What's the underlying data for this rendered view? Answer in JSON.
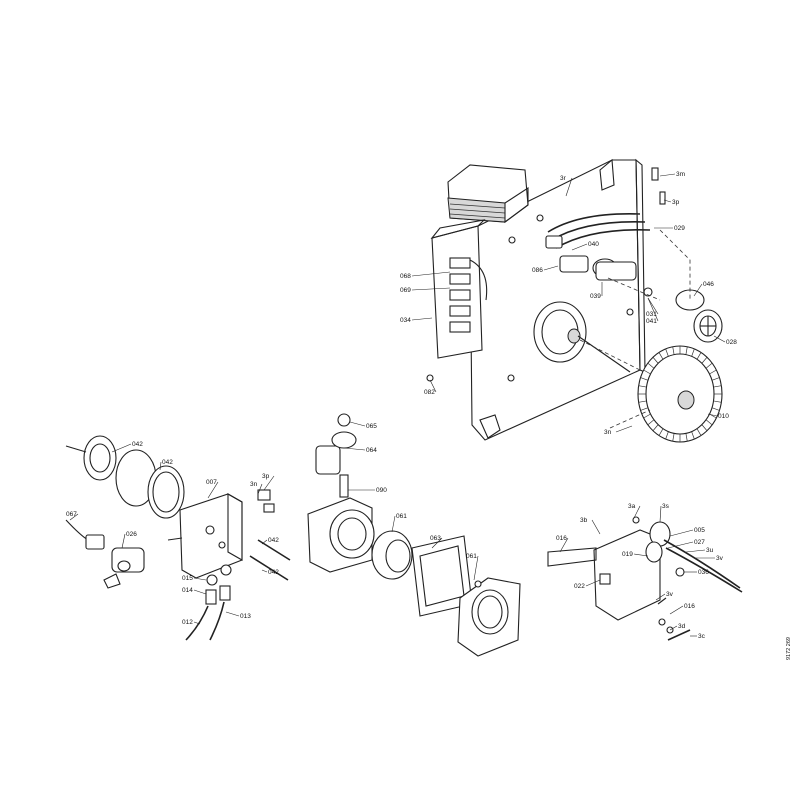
{
  "drawing_code": "9172 269",
  "labels": [
    {
      "id": "3m",
      "text": "3m"
    },
    {
      "id": "3p",
      "text": "3p"
    },
    {
      "id": "3r",
      "text": "3r"
    },
    {
      "id": "029",
      "text": "029"
    },
    {
      "id": "040",
      "text": "040"
    },
    {
      "id": "086",
      "text": "086"
    },
    {
      "id": "039",
      "text": "039"
    },
    {
      "id": "068",
      "text": "068"
    },
    {
      "id": "069",
      "text": "069"
    },
    {
      "id": "034",
      "text": "034"
    },
    {
      "id": "082",
      "text": "082"
    },
    {
      "id": "031",
      "text": "031"
    },
    {
      "id": "041",
      "text": "041"
    },
    {
      "id": "046",
      "text": "046"
    },
    {
      "id": "028",
      "text": "028"
    },
    {
      "id": "010",
      "text": "010"
    },
    {
      "id": "3n",
      "text": "3n"
    },
    {
      "id": "042a",
      "text": "042"
    },
    {
      "id": "042b",
      "text": "042"
    },
    {
      "id": "007",
      "text": "007"
    },
    {
      "id": "3p2",
      "text": "3p"
    },
    {
      "id": "3n2",
      "text": "3n"
    },
    {
      "id": "067",
      "text": "067"
    },
    {
      "id": "026",
      "text": "026"
    },
    {
      "id": "042c",
      "text": "042"
    },
    {
      "id": "042d",
      "text": "042"
    },
    {
      "id": "015",
      "text": "015"
    },
    {
      "id": "014",
      "text": "014"
    },
    {
      "id": "012",
      "text": "012"
    },
    {
      "id": "013",
      "text": "013"
    },
    {
      "id": "065",
      "text": "065"
    },
    {
      "id": "064",
      "text": "064"
    },
    {
      "id": "090",
      "text": "090"
    },
    {
      "id": "061a",
      "text": "061"
    },
    {
      "id": "063",
      "text": "063"
    },
    {
      "id": "061b",
      "text": "061"
    },
    {
      "id": "3a",
      "text": "3a"
    },
    {
      "id": "3s",
      "text": "3s"
    },
    {
      "id": "3b",
      "text": "3b"
    },
    {
      "id": "005",
      "text": "005"
    },
    {
      "id": "016a",
      "text": "016"
    },
    {
      "id": "027",
      "text": "027"
    },
    {
      "id": "3u",
      "text": "3u"
    },
    {
      "id": "3v",
      "text": "3v"
    },
    {
      "id": "019",
      "text": "019"
    },
    {
      "id": "036",
      "text": "036"
    },
    {
      "id": "022",
      "text": "022"
    },
    {
      "id": "3v2",
      "text": "3v"
    },
    {
      "id": "016b",
      "text": "016"
    },
    {
      "id": "3d",
      "text": "3d"
    },
    {
      "id": "3c",
      "text": "3c"
    }
  ]
}
